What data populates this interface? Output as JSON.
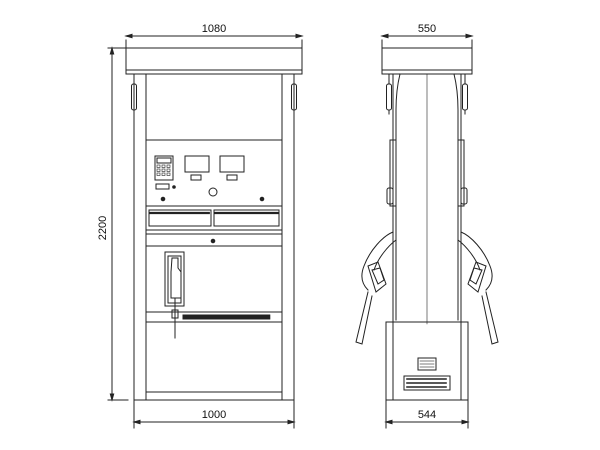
{
  "dimensions": {
    "front_top_width": "1080",
    "front_height": "2200",
    "front_bottom_width": "1000",
    "side_top_width": "550",
    "side_bottom_width": "544"
  }
}
